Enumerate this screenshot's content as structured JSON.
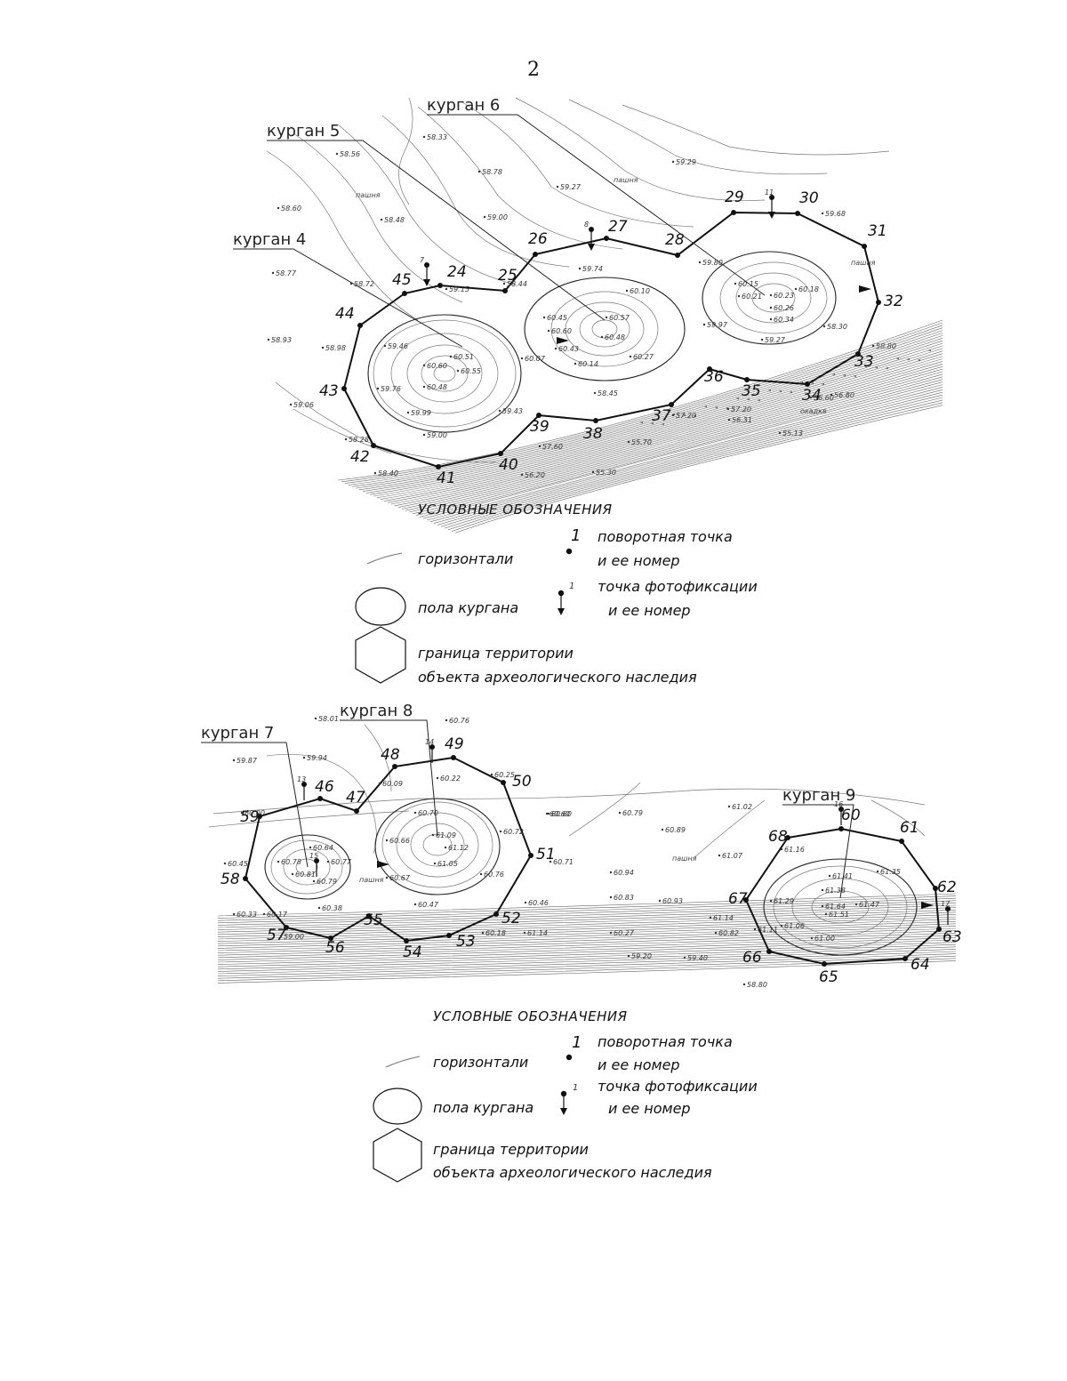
{
  "page_number": "2",
  "map1": {
    "mound_labels": [
      "курган 4",
      "курган 5",
      "курган 6"
    ],
    "boundary_points": [
      {
        "n": "24"
      },
      {
        "n": "25"
      },
      {
        "n": "26"
      },
      {
        "n": "27"
      },
      {
        "n": "28"
      },
      {
        "n": "29"
      },
      {
        "n": "30"
      },
      {
        "n": "31"
      },
      {
        "n": "32"
      },
      {
        "n": "33"
      },
      {
        "n": "34"
      },
      {
        "n": "35"
      },
      {
        "n": "36"
      },
      {
        "n": "37"
      },
      {
        "n": "38"
      },
      {
        "n": "39"
      },
      {
        "n": "40"
      },
      {
        "n": "41"
      },
      {
        "n": "42"
      },
      {
        "n": "43"
      },
      {
        "n": "44"
      },
      {
        "n": "45"
      }
    ],
    "elevations": [
      "58.33",
      "58.56",
      "58.78",
      "58.60",
      "58.48",
      "59.00",
      "59.27",
      "59.29",
      "59.68",
      "58.77",
      "58.72",
      "59.15",
      "58.44",
      "59.74",
      "60.10",
      "59.80",
      "60.15",
      "60.21",
      "60.23",
      "60.18",
      "60.26",
      "60.34",
      "59.97",
      "59.27",
      "58.30",
      "58.80",
      "59.46",
      "60.51",
      "60.60",
      "60.55",
      "60.48",
      "59.76",
      "59.99",
      "58.98",
      "59.06",
      "60.45",
      "60.60",
      "60.57",
      "60.43",
      "60.48",
      "60.07",
      "60.14",
      "60.27",
      "58.45",
      "56.60",
      "57.20",
      "56.31",
      "55.13",
      "56.80",
      "57.60",
      "55.70",
      "55.30",
      "56.20",
      "59.43",
      "58.40",
      "58.28",
      "59.00",
      "58.93",
      "57.20"
    ],
    "words": [
      "пашня",
      "пашня",
      "пашня",
      "окадкв"
    ],
    "photo_points": [
      "7",
      "8",
      "11"
    ]
  },
  "legend1": {
    "title": "УСЛОВНЫЕ ОБОЗНАЧЕНИЯ",
    "contours": "горизонтали",
    "turn_point_num": "1",
    "turn_point_line1": "поворотная точка",
    "turn_point_line2": "и ее номер",
    "mound_floor": "пола кургана",
    "photo_num": "1",
    "photo_line1": "точка фотофиксации",
    "photo_line2": "и ее номер",
    "boundary_line1": "граница территории",
    "boundary_line2": "объекта археологического наследия"
  },
  "map2": {
    "mound_labels": [
      "курган 7",
      "курган 8",
      "курган 9"
    ],
    "boundary_points": [
      {
        "n": "46"
      },
      {
        "n": "47"
      },
      {
        "n": "48"
      },
      {
        "n": "49"
      },
      {
        "n": "50"
      },
      {
        "n": "51"
      },
      {
        "n": "52"
      },
      {
        "n": "53"
      },
      {
        "n": "54"
      },
      {
        "n": "55"
      },
      {
        "n": "56"
      },
      {
        "n": "57"
      },
      {
        "n": "58"
      },
      {
        "n": "59"
      },
      {
        "n": "60"
      },
      {
        "n": "61"
      },
      {
        "n": "62"
      },
      {
        "n": "63"
      },
      {
        "n": "64"
      },
      {
        "n": "65"
      },
      {
        "n": "66"
      },
      {
        "n": "67"
      },
      {
        "n": "68"
      }
    ],
    "elevations": [
      "58.01",
      "60.76",
      "59.87",
      "59.94",
      "60.22",
      "60.25",
      "60.09",
      "60.70",
      "60.00",
      "60.60",
      "60.79",
      "60.78",
      "60.64",
      "60.77",
      "60.81",
      "60.79",
      "60.66",
      "61.09",
      "61.12",
      "61.05",
      "60.72",
      "60.89",
      "60.67",
      "60.76",
      "61.07",
      "60.94",
      "60.71",
      "60.45",
      "60.33",
      "60.17",
      "60.38",
      "60.47",
      "60.46",
      "60.83",
      "60.93",
      "61.14",
      "60.82",
      "59.00",
      "60.18",
      "61.14",
      "60.27",
      "59.20",
      "59.40",
      "58.80",
      "61.02",
      "61.16",
      "61.35",
      "61.41",
      "61.38",
      "61.29",
      "61.64",
      "61.51",
      "61.47",
      "61.11",
      "61.06",
      "61.00",
      "60.60"
    ],
    "words": [
      "пашня",
      "пашня"
    ],
    "photo_points": [
      "13",
      "14",
      "15",
      "16",
      "17"
    ]
  },
  "legend2": {
    "title": "УСЛОВНЫЕ ОБОЗНАЧЕНИЯ",
    "contours": "горизонтали",
    "turn_point_num": "1",
    "turn_point_line1": "поворотная точка",
    "turn_point_line2": "и ее номер",
    "mound_floor": "пола кургана",
    "photo_num": "1",
    "photo_line1": "точка фотофиксации",
    "photo_line2": "и ее номер",
    "boundary_line1": "граница территории",
    "boundary_line2": "объекта археологического наследия"
  }
}
